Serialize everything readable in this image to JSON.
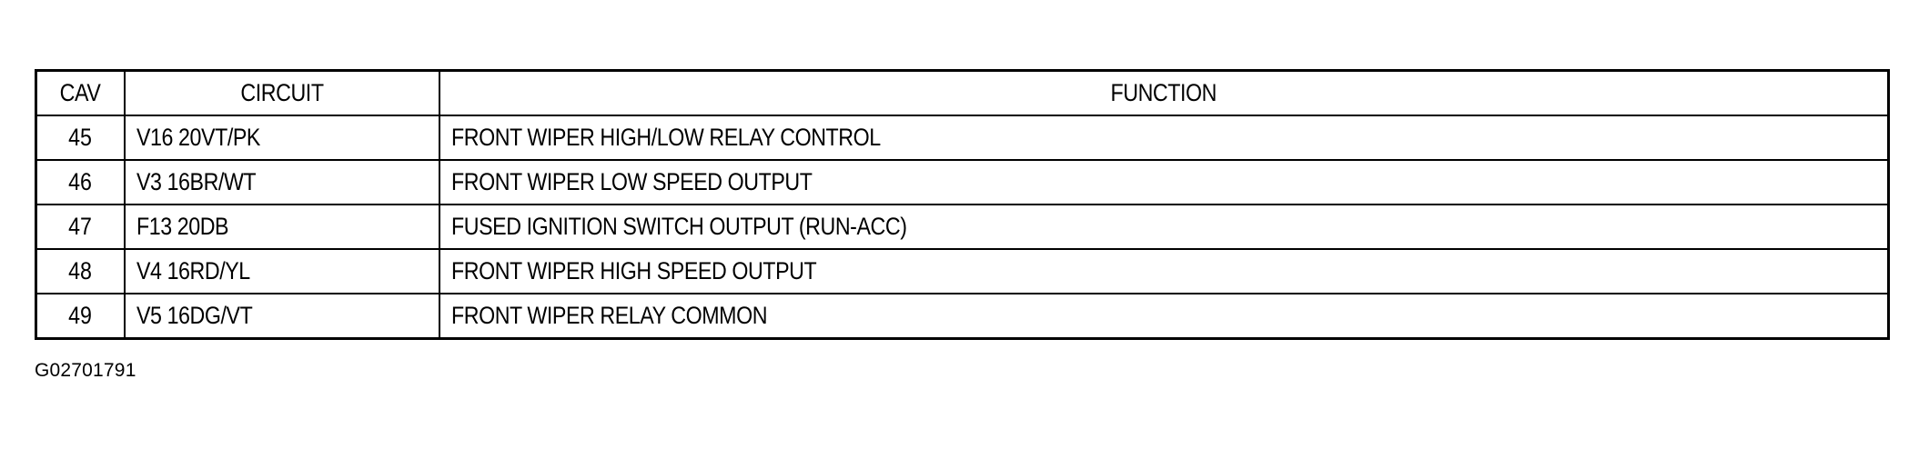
{
  "table": {
    "headers": {
      "cav": "CAV",
      "circuit": "CIRCUIT",
      "function": "FUNCTION"
    },
    "rows": [
      {
        "cav": "45",
        "circuit": "V16 20VT/PK",
        "function": "FRONT WIPER HIGH/LOW RELAY CONTROL"
      },
      {
        "cav": "46",
        "circuit": "V3 16BR/WT",
        "function": "FRONT WIPER LOW SPEED OUTPUT"
      },
      {
        "cav": "47",
        "circuit": "F13 20DB",
        "function": "FUSED IGNITION SWITCH OUTPUT (RUN-ACC)"
      },
      {
        "cav": "48",
        "circuit": "V4 16RD/YL",
        "function": "FRONT WIPER HIGH SPEED OUTPUT"
      },
      {
        "cav": "49",
        "circuit": "V5 16DG/VT",
        "function": "FRONT WIPER RELAY COMMON"
      }
    ]
  },
  "figure_id": "G02701791"
}
